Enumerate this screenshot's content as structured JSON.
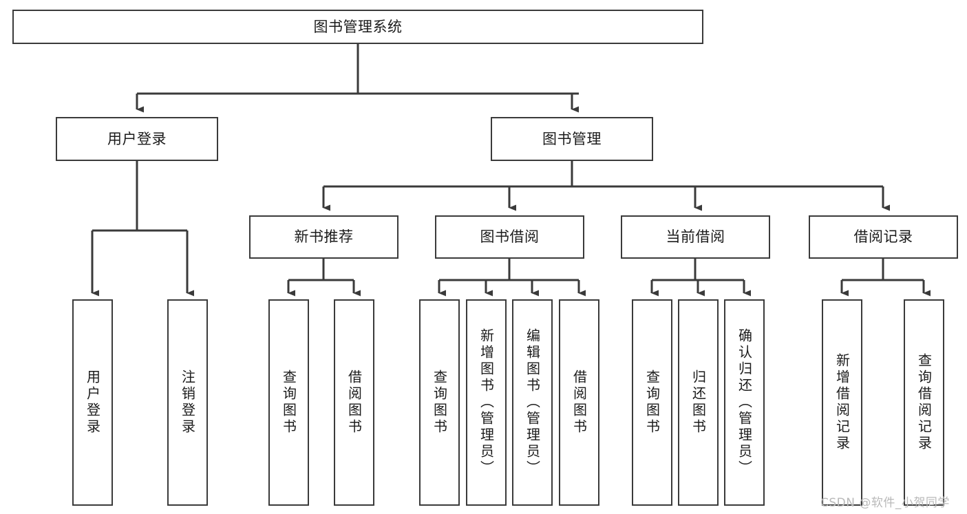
{
  "diagram": {
    "type": "tree-hierarchy-chart",
    "title": "图书管理系统",
    "stroke_color": "#3a3a3a",
    "text_color": "#1b1b1b",
    "background_color": "#ffffff",
    "watermark": "CSDN @软件_小贺同学",
    "levels": {
      "level0": {
        "nodes": [
          {
            "id": "root",
            "label": "图书管理系统",
            "orientation": "horizontal"
          }
        ]
      },
      "level1": {
        "nodes": [
          {
            "id": "user-login",
            "label": "用户登录",
            "orientation": "horizontal"
          },
          {
            "id": "book-manage",
            "label": "图书管理",
            "orientation": "horizontal"
          }
        ]
      },
      "level2": {
        "nodes": [
          {
            "id": "new-book-recommend",
            "label": "新书推荐",
            "orientation": "horizontal"
          },
          {
            "id": "book-borrow",
            "label": "图书借阅",
            "orientation": "horizontal"
          },
          {
            "id": "current-borrow",
            "label": "当前借阅",
            "orientation": "horizontal"
          },
          {
            "id": "borrow-record",
            "label": "借阅记录",
            "orientation": "horizontal"
          }
        ]
      },
      "level3": {
        "groups": [
          {
            "parent": "user-login",
            "nodes": [
              {
                "id": "leaf-user-login",
                "label": "用户登录",
                "orientation": "vertical"
              },
              {
                "id": "leaf-logout",
                "label": "注销登录",
                "orientation": "vertical"
              }
            ]
          },
          {
            "parent": "new-book-recommend",
            "nodes": [
              {
                "id": "leaf-query-book-1",
                "label": "查询图书",
                "orientation": "vertical"
              },
              {
                "id": "leaf-borrow-book-1",
                "label": "借阅图书",
                "orientation": "vertical"
              }
            ]
          },
          {
            "parent": "book-borrow",
            "nodes": [
              {
                "id": "leaf-query-book-2",
                "label": "查询图书",
                "orientation": "vertical"
              },
              {
                "id": "leaf-add-book",
                "label": "新增图书（管理员）",
                "orientation": "vertical"
              },
              {
                "id": "leaf-edit-book",
                "label": "编辑图书（管理员）",
                "orientation": "vertical"
              },
              {
                "id": "leaf-borrow-book-2",
                "label": "借阅图书",
                "orientation": "vertical"
              }
            ]
          },
          {
            "parent": "current-borrow",
            "nodes": [
              {
                "id": "leaf-query-book-3",
                "label": "查询图书",
                "orientation": "vertical"
              },
              {
                "id": "leaf-return-book",
                "label": "归还图书",
                "orientation": "vertical"
              },
              {
                "id": "leaf-confirm-return",
                "label": "确认归还（管理员）",
                "orientation": "vertical"
              }
            ]
          },
          {
            "parent": "borrow-record",
            "nodes": [
              {
                "id": "leaf-add-record",
                "label": "新增借阅记录",
                "orientation": "vertical"
              },
              {
                "id": "leaf-query-record",
                "label": "查询借阅记录",
                "orientation": "vertical"
              }
            ]
          }
        ]
      }
    }
  }
}
